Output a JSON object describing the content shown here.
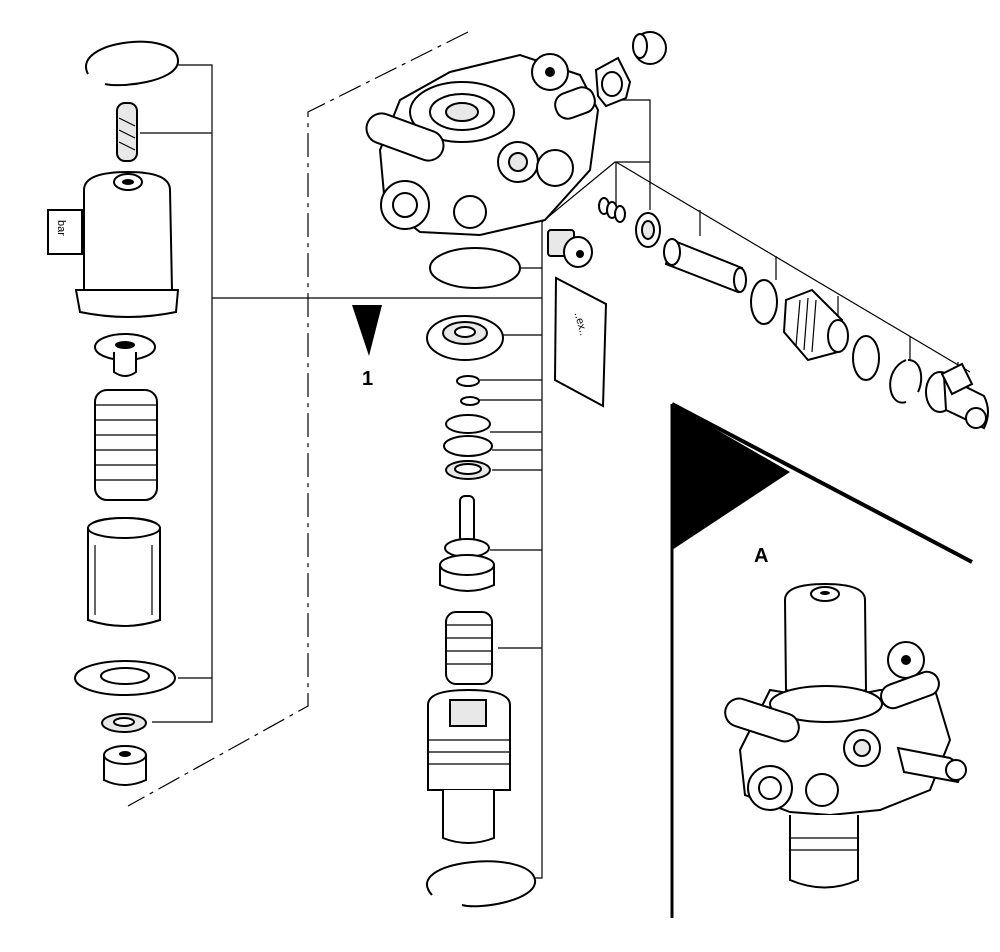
{
  "callouts": {
    "item_1": "1",
    "view_a": "A"
  },
  "legend_icons": [
    "exploded-assembly-diagram",
    "pointer-triangle-icon",
    "inset-view-a"
  ]
}
